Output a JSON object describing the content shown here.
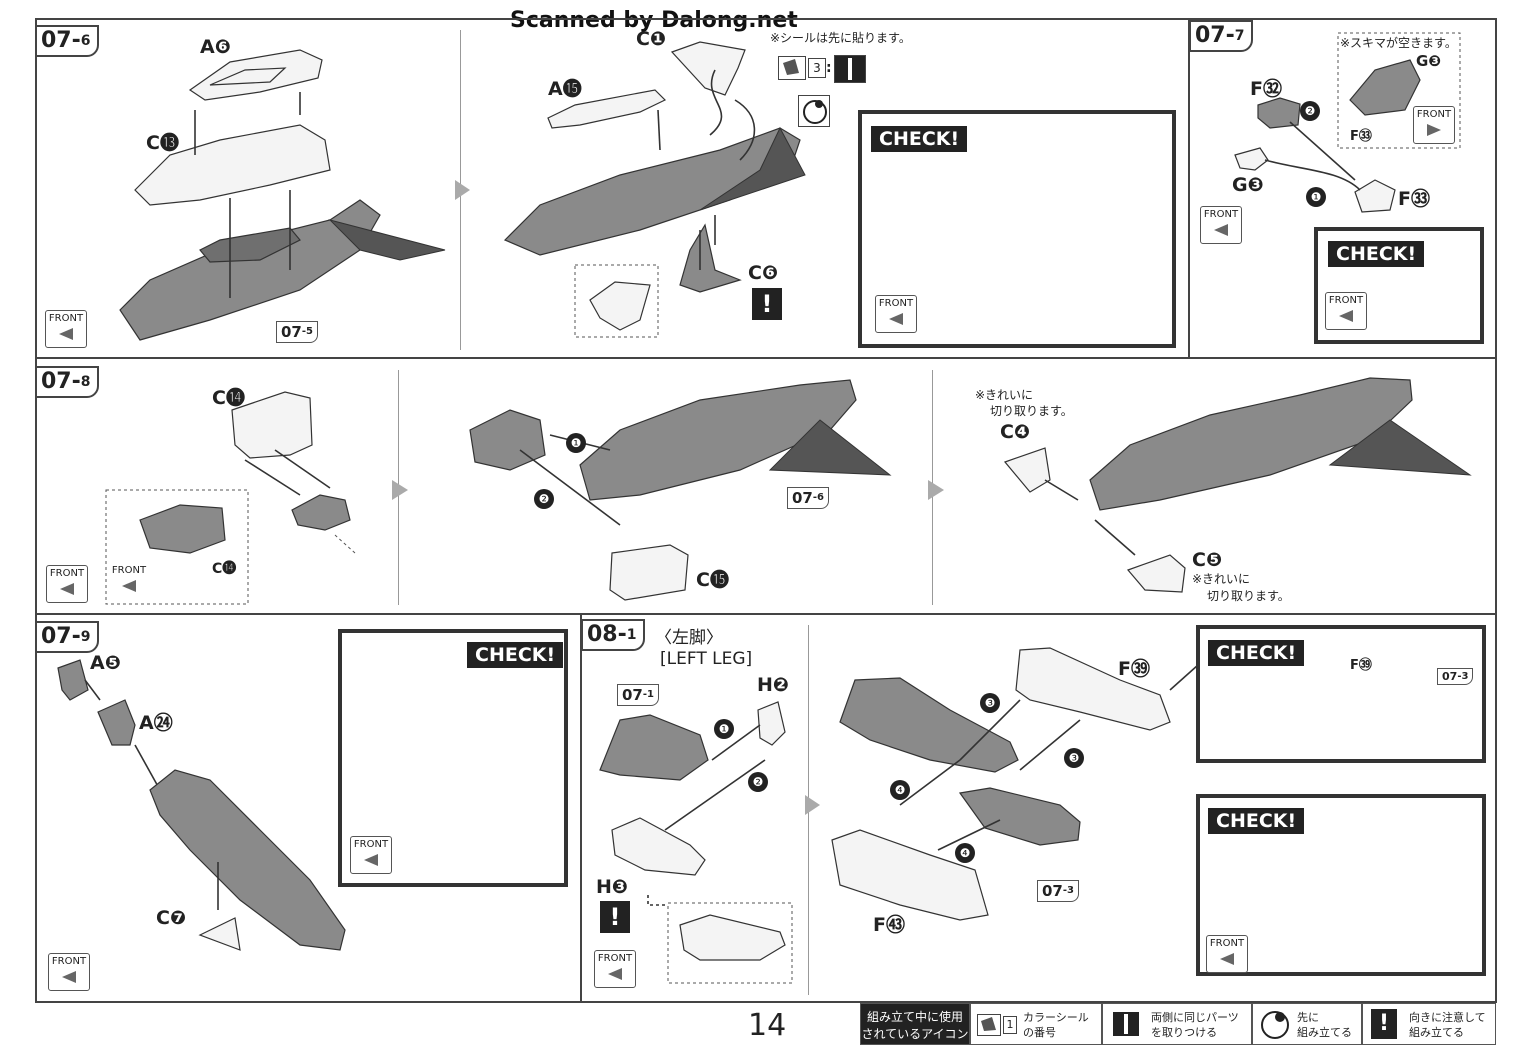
{
  "watermark": "Scanned by Dalong.net",
  "page_number": "14",
  "steps": {
    "s07_6": {
      "main": "07-",
      "sub": "6"
    },
    "s07_7": {
      "main": "07-",
      "sub": "7"
    },
    "s07_8": {
      "main": "07-",
      "sub": "8"
    },
    "s07_9": {
      "main": "07-",
      "sub": "9"
    },
    "s08_1": {
      "main": "08-",
      "sub": "1"
    }
  },
  "labels": {
    "a6": "A❻",
    "c13": "C⓭",
    "a15": "A⓯",
    "c1": "C❶",
    "c6": "C❻",
    "f32": "F㉜",
    "g3": "G❸",
    "f33": "F㉝",
    "g3b": "G❸",
    "f33b": "F㉝",
    "c14": "C⓮",
    "c14b": "C⓮",
    "c15": "C⓯",
    "c4": "C❹",
    "c5": "C❺",
    "a5": "A❺",
    "a24": "A㉔",
    "c7": "C❼",
    "h2": "H❷",
    "h3": "H❸",
    "f39": "F㊴",
    "f39b": "F㊴",
    "f43": "F㊸"
  },
  "refs": {
    "r07_5": {
      "main": "07",
      "sub": "-5"
    },
    "r07_6": {
      "main": "07",
      "sub": "-6"
    },
    "r07_1": {
      "main": "07",
      "sub": "-1"
    },
    "r07_3": {
      "main": "07",
      "sub": "-3"
    },
    "r07_3b": {
      "main": "07",
      "sub": "-3"
    }
  },
  "notes": {
    "seal_first": "※シールは先に貼ります。",
    "gap": "※スキマが空きます。",
    "cut_clean_1": "※きれいに",
    "cut_clean_2": "切り取ります。",
    "cut_clean_3": "※きれいに",
    "cut_clean_4": "切り取ります。",
    "left_leg_jp": "〈左脚〉",
    "left_leg_en": "[LEFT LEG]",
    "seal_no": "3"
  },
  "check_label": "CHECK!",
  "front_label": "FRONT",
  "order_nums": {
    "one": "❶",
    "two": "❷",
    "three": "❸",
    "four": "❹"
  },
  "legend": {
    "title_1": "組み立て中に使用",
    "title_2": "されているアイコン",
    "item1_1": "カラーシール",
    "item1_2": "の番号",
    "item1_num": "1",
    "item2_1": "両側に同じパーツ",
    "item2_2": "を取りつける",
    "item3_1": "先に",
    "item3_2": "組み立てる",
    "item4_1": "向きに注意して",
    "item4_2": "組み立てる"
  }
}
